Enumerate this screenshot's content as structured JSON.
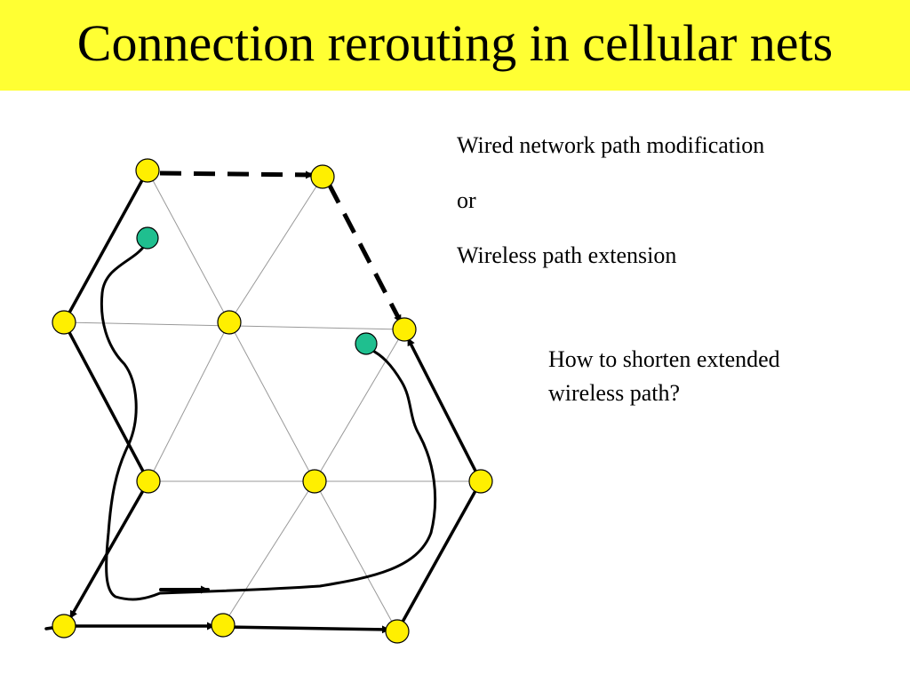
{
  "title": "Connection rerouting in cellular nets",
  "options": [
    "Wired network path modification",
    "or",
    "Wireless path extension"
  ],
  "question": [
    "How to shorten extended",
    "wireless path?"
  ],
  "colors": {
    "title_background": "#ffff33",
    "station_fill": "#ffef00",
    "mobile_fill": "#1fbf8f",
    "line": "#000000",
    "grid_line": "#999999"
  }
}
